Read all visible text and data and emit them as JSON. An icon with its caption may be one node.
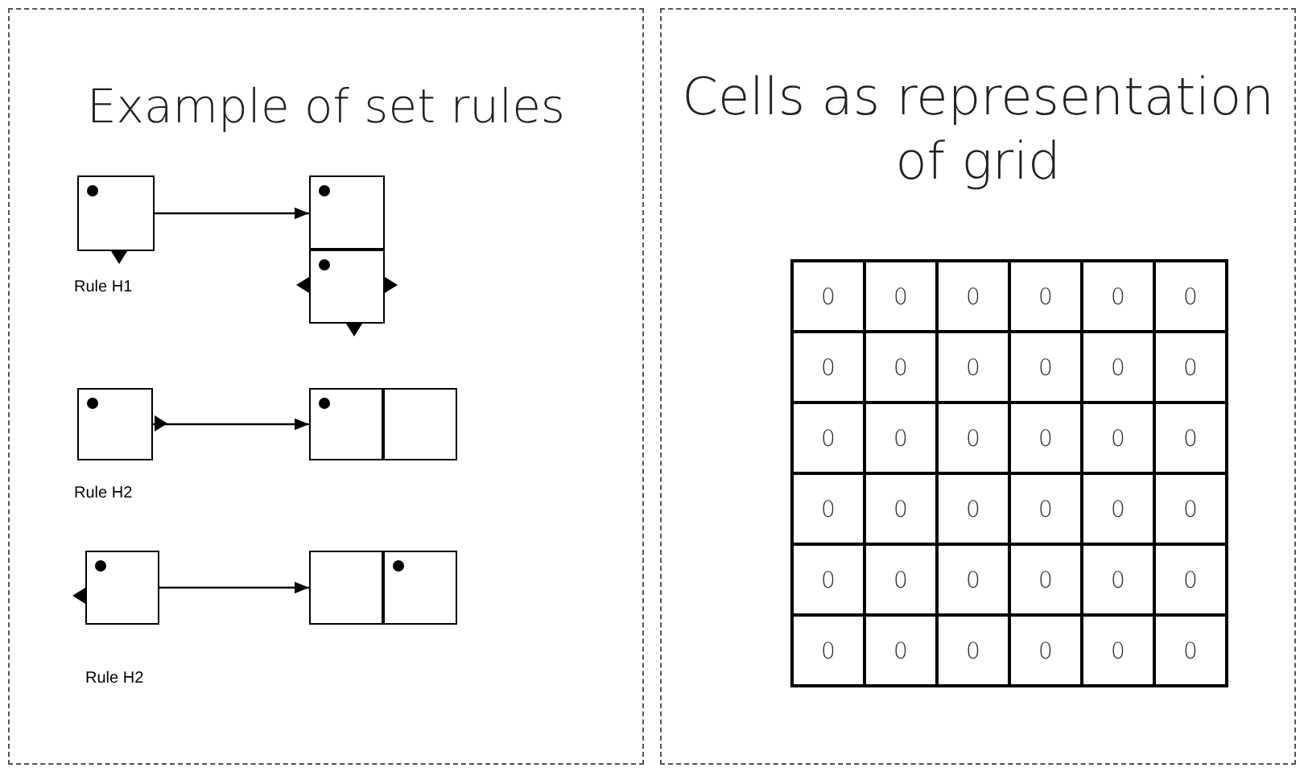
{
  "diagram": {
    "nodes": [
      {
        "text": [
          "Example of set rules"
        ]
      },
      {
        "text": [],
        "shape": "box",
        "in": 0,
        "beside": [
          "Rule H1"
        ]
      },
      {
        "text": [],
        "shape": "box",
        "in": 0
      },
      {
        "text": [],
        "shape": "box",
        "in": 0
      },
      {
        "text": [],
        "shape": "box",
        "in": 0,
        "beside": [
          "Rule H2"
        ]
      },
      {
        "text": [],
        "shape": "box",
        "in": 0
      },
      {
        "text": [],
        "shape": "box",
        "in": 0
      },
      {
        "text": [],
        "shape": "box",
        "in": 0,
        "beside": [
          "Rule H2"
        ]
      },
      {
        "text": [],
        "shape": "box",
        "in": 0
      },
      {
        "text": [],
        "shape": "box",
        "in": 0
      },
      {
        "text": [
          "Cells as representation of grid"
        ]
      }
    ],
    "edges": [
      {
        "from": 1,
        "to": 2,
        "arrow": "to"
      },
      {
        "from": 4,
        "to": 5,
        "arrow": "to"
      },
      {
        "from": 7,
        "to": 8,
        "arrow": "to"
      }
    ],
    "labels": [
      "0",
      "0",
      "0",
      "0",
      "0",
      "0",
      "0",
      "0",
      "0",
      "0",
      "0",
      "0",
      "0",
      "0",
      "0",
      "0",
      "0",
      "0",
      "0",
      "0",
      "0",
      "0",
      "0",
      "0",
      "0",
      "0",
      "0",
      "0",
      "0",
      "0",
      "0",
      "0",
      "0",
      "0",
      "0",
      "0"
    ]
  }
}
